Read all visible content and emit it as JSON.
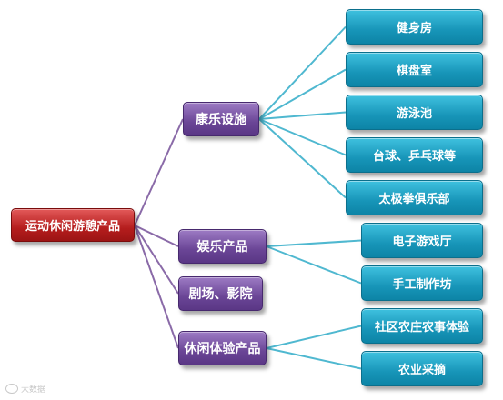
{
  "root": {
    "label": "运动休闲游憩产品"
  },
  "categories": [
    {
      "label": "康乐设施"
    },
    {
      "label": "娱乐产品"
    },
    {
      "label": "剧场、影院"
    },
    {
      "label": "休闲体验产品"
    }
  ],
  "leaves": [
    {
      "label": "健身房",
      "parent": 0
    },
    {
      "label": "棋盘室",
      "parent": 0
    },
    {
      "label": "游泳池",
      "parent": 0
    },
    {
      "label": "台球、乒乓球等",
      "parent": 0
    },
    {
      "label": "太极拳俱乐部",
      "parent": 0
    },
    {
      "label": "电子游戏厅",
      "parent": 1
    },
    {
      "label": "手工制作坊",
      "parent": 1
    },
    {
      "label": "社区农庄农事体验",
      "parent": 3
    },
    {
      "label": "农业采摘",
      "parent": 3
    }
  ],
  "watermark": {
    "text": "大数据"
  },
  "colors": {
    "root": "#b51d1d",
    "category": "#6a4596",
    "leaf": "#1795b8",
    "root_connector": "#8a6aa8",
    "leaf_connector": "#4fb8d0"
  }
}
